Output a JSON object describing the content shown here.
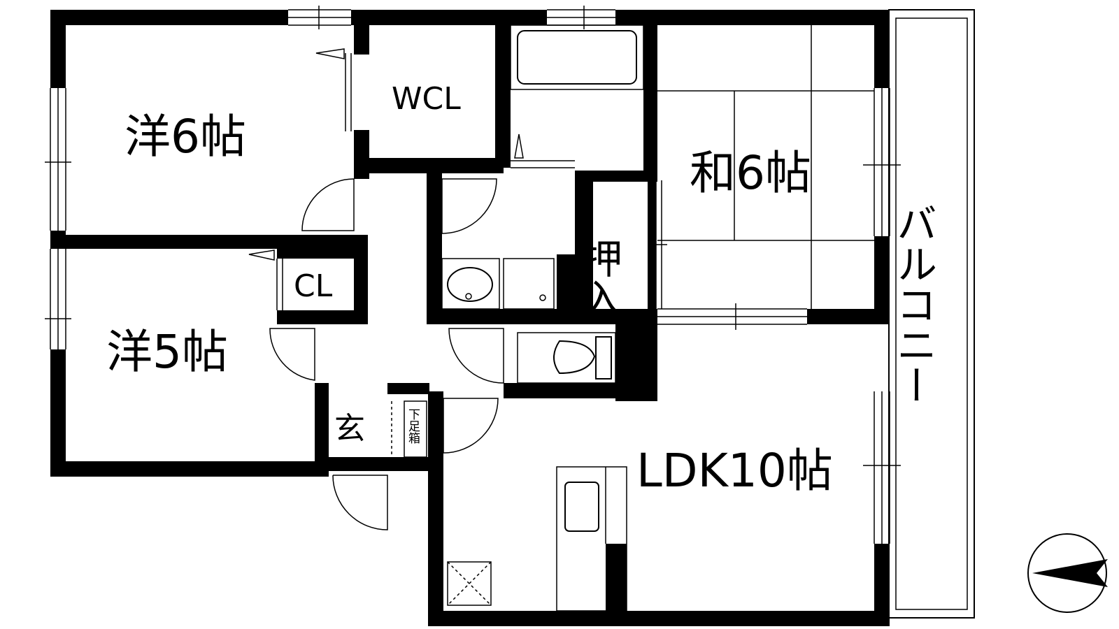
{
  "rooms": {
    "western_6": "洋6帖",
    "wcl": "WCL",
    "japanese_6": "和6帖",
    "oshiire": "押入",
    "cl": "CL",
    "western_5": "洋5帖",
    "genkan": "玄",
    "getabako": "下足箱",
    "ldk": "LDK10帖",
    "balcony": "バルコニー"
  },
  "icons": {
    "compass": "north-arrow-icon"
  }
}
